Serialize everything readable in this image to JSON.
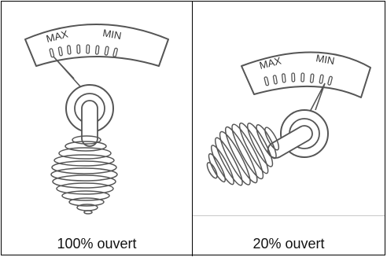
{
  "panels": [
    {
      "gauge": {
        "max_label": "MAX",
        "min_label": "MIN"
      },
      "opening": {
        "caption": "100% ouvert",
        "level_percent": 100
      }
    },
    {
      "gauge": {
        "max_label": "MAX",
        "min_label": "MIN"
      },
      "opening": {
        "caption": "20% ouvert",
        "level_percent": 20
      }
    }
  ],
  "colors": {
    "stroke": "#444444",
    "fill": "#ffffff",
    "border": "#000000"
  }
}
